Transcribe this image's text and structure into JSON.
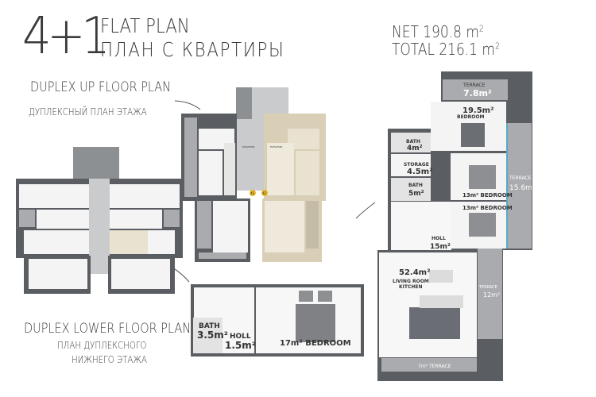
{
  "header": {
    "rooms": "4+1",
    "title_en": "FLAT PLAN",
    "title_ru": "ПЛАН С КВАРТИРЫ",
    "net_label": "NET 190.8",
    "total_label": "TOTAL 216.1",
    "unit": "m",
    "unit_sup": "2"
  },
  "captions": {
    "up_en": "DUPLEX UP FLOOR PLAN",
    "up_ru": "ДУПЛЕКСНЫЙ ПЛАН ЭТАЖА",
    "lower_en": "DUPLEX LOWER FLOOR PLAN",
    "lower_ru1": "ПЛАН ДУПЛЕКСНОГО",
    "lower_ru2": "НИЖНЕГО ЭТАЖА"
  },
  "colors": {
    "wall": "#5a5d61",
    "terrace": "#a9abae",
    "room": "#f4f4f4",
    "highlight": "#e9e2d0",
    "glass": "#5aa9c9"
  },
  "upper_plan": {
    "terrace_top": {
      "name": "TERRACE",
      "area": "7.8m²"
    },
    "bedroom_main": {
      "area": "19.5m²",
      "name": "BEDROOM"
    },
    "bath1": {
      "name": "BATH",
      "area": "4m²"
    },
    "storage": {
      "name": "STORAGE",
      "area": "4.5m²"
    },
    "bath2": {
      "name": "BATH",
      "area": "5m²"
    },
    "bedroom2": {
      "label": "13m² BEDROOM"
    },
    "bedroom3": {
      "label": "13m² BEDROOM"
    },
    "terrace_side": {
      "name": "TERRACE",
      "area": "15.6m²"
    },
    "holl": {
      "name": "HOLL",
      "area": "15m²"
    },
    "living": {
      "area": "52.4m²",
      "name1": "LIVING ROOM",
      "name2": "KITCHEN"
    },
    "terrace_right": {
      "name": "TERRACE",
      "area": "12m²"
    },
    "terrace_bottom": {
      "label": "7m²  TERRACE"
    }
  },
  "lower_plan": {
    "bath": {
      "name": "BATH",
      "area": "3.5m²"
    },
    "holl": {
      "name": "HOLL",
      "area": "1.5m²"
    },
    "bedroom": {
      "label": "17m²  BEDROOM"
    }
  },
  "middle_plan": {
    "elevator": "ELEVATOR",
    "badge_left": "4S",
    "badge_right": "4Z"
  }
}
